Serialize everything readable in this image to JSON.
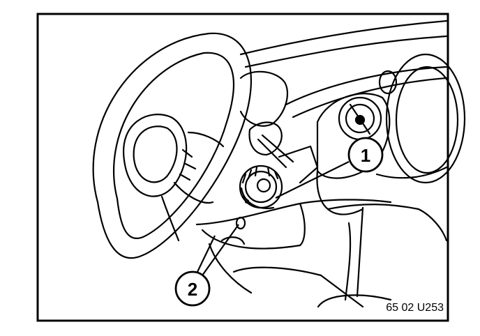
{
  "figure": {
    "reference_code": "65 02 U253",
    "callouts": [
      {
        "label": "1",
        "target": "ignition-lock-cylinder"
      },
      {
        "label": "2",
        "target": "steering-column-trim-screws"
      }
    ]
  },
  "colors": {
    "ink": "#000000",
    "paper": "#ffffff"
  }
}
